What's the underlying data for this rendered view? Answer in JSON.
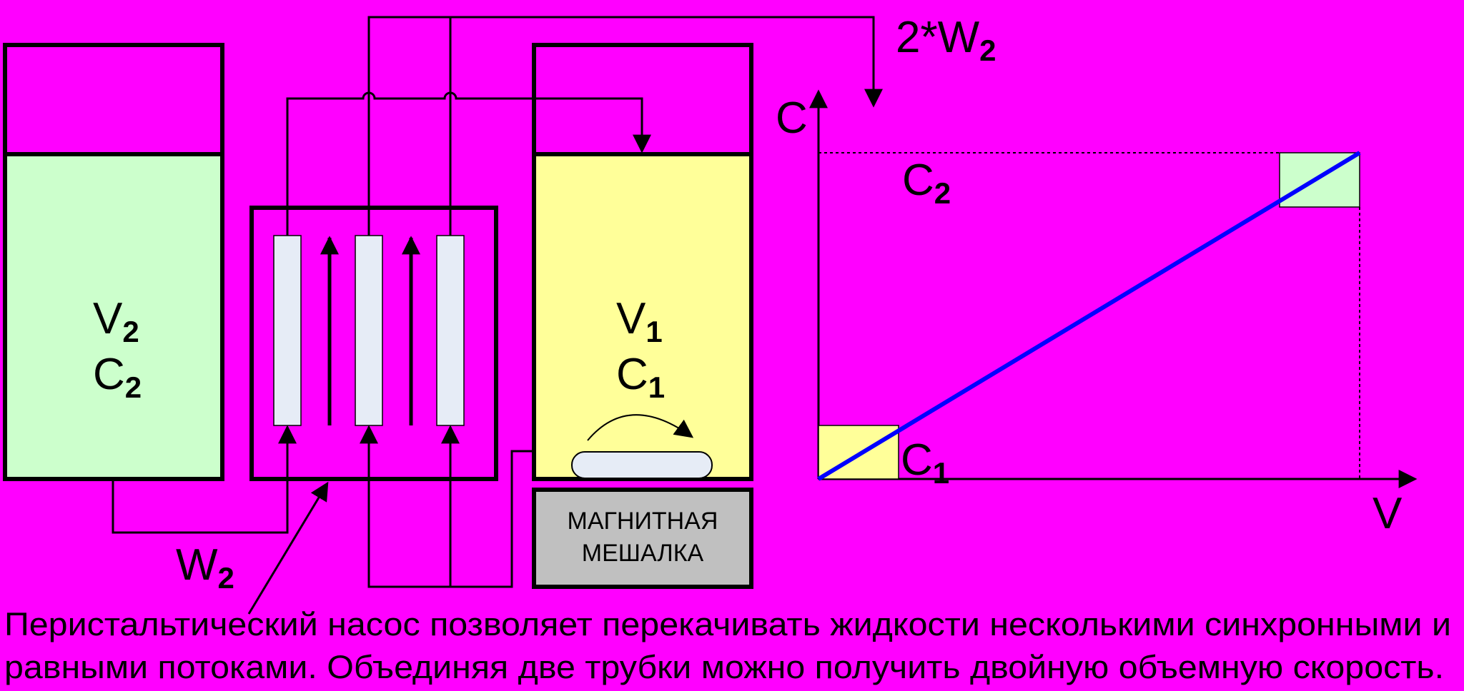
{
  "tank_left": {
    "volume_label": "V",
    "volume_sub": "2",
    "conc_label": "C",
    "conc_sub": "2",
    "fill_color": "#ccffcc"
  },
  "tank_right": {
    "volume_label": "V",
    "volume_sub": "1",
    "conc_label": "C",
    "conc_sub": "1",
    "fill_color": "#ffff99"
  },
  "stirrer": {
    "line1": "МАГНИТНАЯ",
    "line2": "МЕШАЛКА",
    "fill_color": "#c0c0c0"
  },
  "pump": {
    "tube_color": "#e6ecf6"
  },
  "flow_labels": {
    "w2_label": "W",
    "w2_sub": "2",
    "double_prefix": "2*W",
    "double_sub": "2"
  },
  "graph": {
    "y_axis_label": "C",
    "x_axis_label": "V",
    "c2_label": "C",
    "c2_sub": "2",
    "c1_label": "C",
    "c1_sub": "1",
    "line_color": "#0000ff"
  },
  "caption": {
    "line1": "Перистальтический насос позволяет перекачивать жидкости несколькими синхронными и",
    "line2": "равными потоками. Объединяя две трубки можно получить двойную объемную скорость."
  },
  "colors": {
    "background": "#ff00ff"
  }
}
